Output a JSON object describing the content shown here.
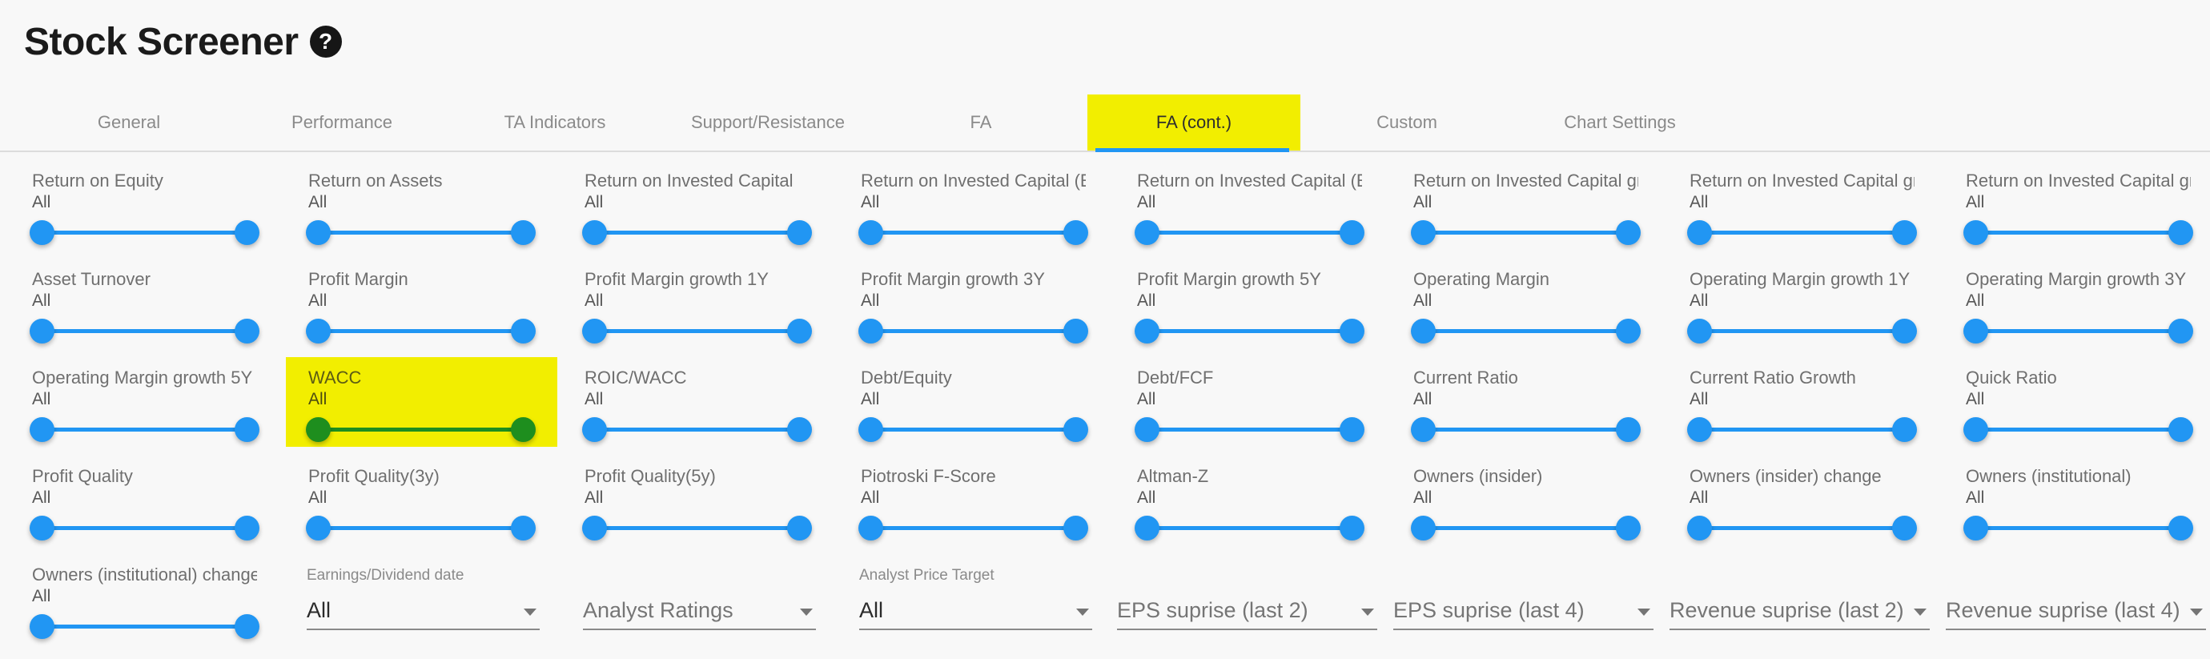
{
  "colors": {
    "accent_blue": "#2196f3",
    "highlight_yellow": "#f2ee00",
    "highlight_green": "#1e8e1e"
  },
  "header": {
    "title": "Stock Screener",
    "help_glyph": "?"
  },
  "tabs": [
    {
      "label": "General",
      "active": false
    },
    {
      "label": "Performance",
      "active": false
    },
    {
      "label": "TA Indicators",
      "active": false
    },
    {
      "label": "Support/Resistance",
      "active": false
    },
    {
      "label": "FA",
      "active": false
    },
    {
      "label": "FA (cont.)",
      "active": true,
      "highlighted": true
    },
    {
      "label": "Custom",
      "active": false
    },
    {
      "label": "Chart Settings",
      "active": false
    }
  ],
  "filters": {
    "rows": [
      {
        "cells": [
          {
            "type": "slider",
            "label": "Return on Equity",
            "value": "All"
          },
          {
            "type": "slider",
            "label": "Return on Assets",
            "value": "All"
          },
          {
            "type": "slider",
            "label": "Return on Invested Capital",
            "value": "All"
          },
          {
            "type": "slider",
            "label": "Return on Invested Capital (Ex C...",
            "value": "All"
          },
          {
            "type": "slider",
            "label": "Return on Invested Capital (Ex C...",
            "value": "All"
          },
          {
            "type": "slider",
            "label": "Return on Invested Capital growt...",
            "value": "All"
          },
          {
            "type": "slider",
            "label": "Return on Invested Capital growt...",
            "value": "All"
          },
          {
            "type": "slider",
            "label": "Return on Invested Capital growt...",
            "value": "All"
          }
        ]
      },
      {
        "cells": [
          {
            "type": "slider",
            "label": "Asset Turnover",
            "value": "All"
          },
          {
            "type": "slider",
            "label": "Profit Margin",
            "value": "All"
          },
          {
            "type": "slider",
            "label": "Profit Margin growth 1Y",
            "value": "All"
          },
          {
            "type": "slider",
            "label": "Profit Margin growth 3Y",
            "value": "All"
          },
          {
            "type": "slider",
            "label": "Profit Margin growth 5Y",
            "value": "All"
          },
          {
            "type": "slider",
            "label": "Operating Margin",
            "value": "All"
          },
          {
            "type": "slider",
            "label": "Operating Margin growth 1Y",
            "value": "All"
          },
          {
            "type": "slider",
            "label": "Operating Margin growth 3Y",
            "value": "All"
          }
        ]
      },
      {
        "cells": [
          {
            "type": "slider",
            "label": "Operating Margin growth 5Y",
            "value": "All"
          },
          {
            "type": "slider",
            "label": "WACC",
            "value": "All",
            "highlighted": true
          },
          {
            "type": "slider",
            "label": "ROIC/WACC",
            "value": "All"
          },
          {
            "type": "slider",
            "label": "Debt/Equity",
            "value": "All"
          },
          {
            "type": "slider",
            "label": "Debt/FCF",
            "value": "All"
          },
          {
            "type": "slider",
            "label": "Current Ratio",
            "value": "All"
          },
          {
            "type": "slider",
            "label": "Current Ratio Growth",
            "value": "All"
          },
          {
            "type": "slider",
            "label": "Quick Ratio",
            "value": "All"
          }
        ]
      },
      {
        "cells": [
          {
            "type": "slider",
            "label": "Profit Quality",
            "value": "All"
          },
          {
            "type": "slider",
            "label": "Profit Quality(3y)",
            "value": "All"
          },
          {
            "type": "slider",
            "label": "Profit Quality(5y)",
            "value": "All"
          },
          {
            "type": "slider",
            "label": "Piotroski F-Score",
            "value": "All"
          },
          {
            "type": "slider",
            "label": "Altman-Z",
            "value": "All"
          },
          {
            "type": "slider",
            "label": "Owners (insider)",
            "value": "All"
          },
          {
            "type": "slider",
            "label": "Owners (insider) change",
            "value": "All"
          },
          {
            "type": "slider",
            "label": "Owners (institutional)",
            "value": "All"
          }
        ]
      },
      {
        "cells": [
          {
            "type": "slider",
            "label": "Owners (institutional) change",
            "value": "All"
          },
          {
            "type": "select",
            "label": "Earnings/Dividend date",
            "value": "All",
            "emphasis": "dark"
          },
          {
            "type": "select",
            "value": "Analyst Ratings",
            "emphasis": "gray"
          },
          {
            "type": "select",
            "label": "Analyst Price Target",
            "value": "All",
            "emphasis": "dark"
          },
          {
            "type": "select",
            "value": "EPS suprise (last 2)",
            "emphasis": "gray"
          },
          {
            "type": "select",
            "value": "EPS suprise (last 4)",
            "emphasis": "gray"
          },
          {
            "type": "select",
            "value": "Revenue suprise (last 2)",
            "emphasis": "gray"
          },
          {
            "type": "select",
            "value": "Revenue suprise (last 4)",
            "emphasis": "gray"
          }
        ]
      }
    ]
  }
}
